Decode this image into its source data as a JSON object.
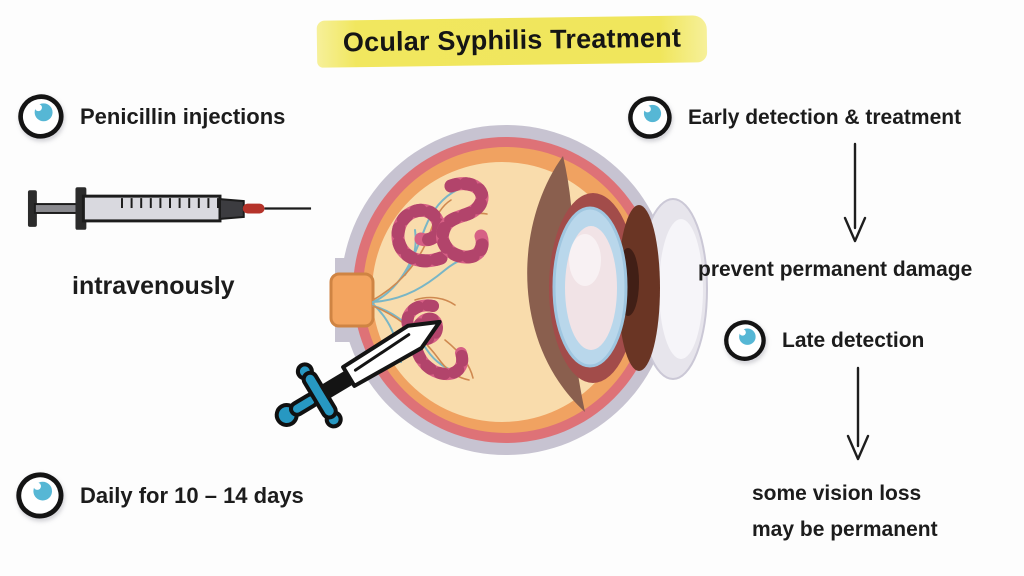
{
  "title": {
    "text": "Ocular Syphilis Treatment",
    "highlight_color": "#f1e75f"
  },
  "treatment": {
    "item_penicillin": "Penicillin injections",
    "route": "intravenously",
    "duration": "Daily for 10 – 14 days"
  },
  "prognosis": {
    "early_label": "Early detection & treatment",
    "early_outcome": "prevent permanent damage",
    "late_label": "Late detection",
    "late_outcome_line1": "some vision loss",
    "late_outcome_line2": "may be permanent"
  },
  "icons": {
    "bullet_icon": "eye-icon",
    "arrow_icon": "down-arrow-icon",
    "syringe_illustration": "syringe-icon",
    "eye_illustration": "eye-cross-section",
    "sword_illustration": "sword-icon",
    "pathogen_illustration": "spirochete-bacteria"
  },
  "colors": {
    "background": "#fdfdfd",
    "text": "#1c1c1c",
    "highlight_yellow": "#f1e75f",
    "eye_icon_blue": "#56b7d5",
    "spirochete_pink": "#d66085",
    "spirochete_band": "#b2446b",
    "sword_handle_blue": "#2798c2",
    "sclera_gray": "#c7c3d1",
    "choroid_pink": "#de7277",
    "ring_orange": "#f0a261",
    "vitreous_cream": "#f9dcac",
    "retina_brown": "#8a5f4e",
    "lens_blue": "#b9d7eb",
    "vessel_teal": "#79b6c6",
    "vessel_orange": "#cf8950"
  }
}
